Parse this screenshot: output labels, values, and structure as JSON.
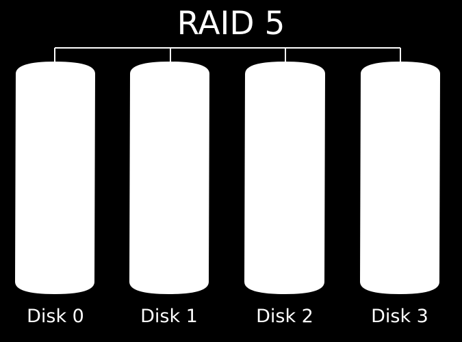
{
  "title": "RAID 5",
  "colors": {
    "background": "#000000",
    "foreground": "#ffffff"
  },
  "disks": [
    {
      "label": "Disk 0"
    },
    {
      "label": "Disk 1"
    },
    {
      "label": "Disk 2"
    },
    {
      "label": "Disk 3"
    }
  ]
}
